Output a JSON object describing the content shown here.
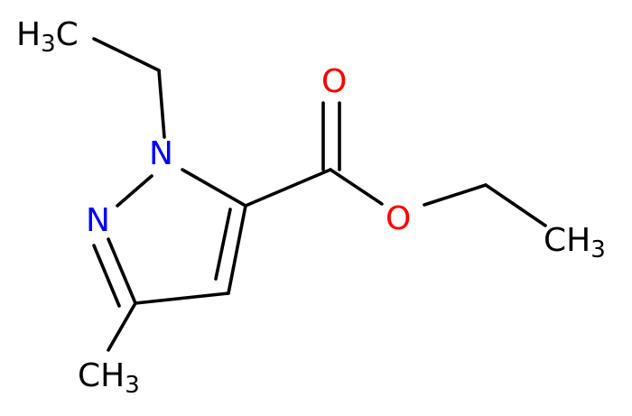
{
  "molecule": {
    "atoms": {
      "ch3_top_left": {
        "base": "H",
        "sub": "3",
        "tail": "C",
        "color": "#000000"
      },
      "n1": {
        "text": "N",
        "color": "#0000ff"
      },
      "n2": {
        "text": "N",
        "color": "#0000ff"
      },
      "o_carbonyl": {
        "text": "O",
        "color": "#ff0000"
      },
      "o_ester": {
        "text": "O",
        "color": "#ff0000"
      },
      "ch3_right": {
        "base": "CH",
        "sub": "3",
        "color": "#000000"
      },
      "ch3_bottom": {
        "base": "CH",
        "sub": "3",
        "color": "#000000"
      }
    }
  }
}
